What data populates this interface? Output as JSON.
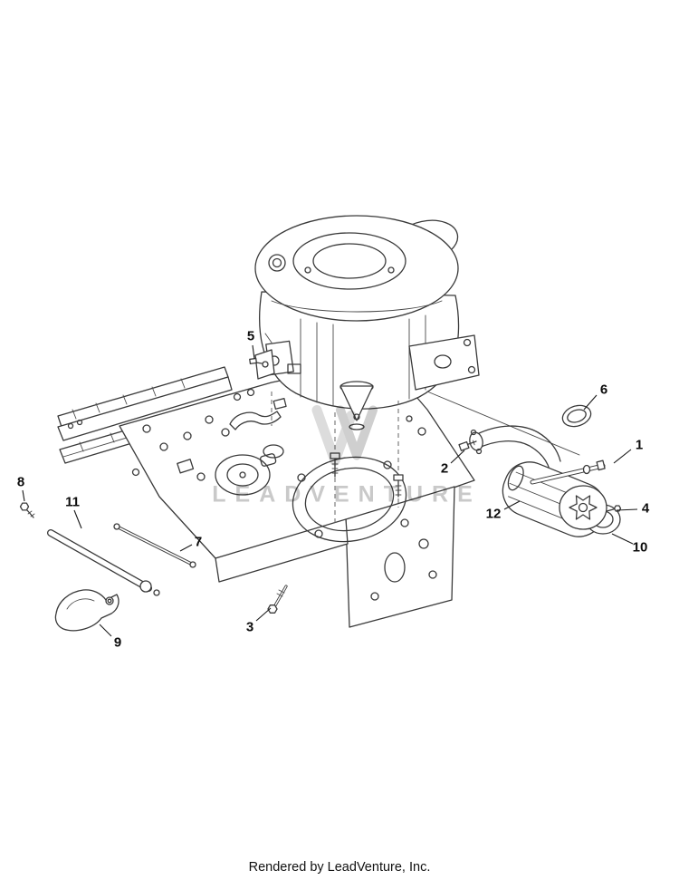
{
  "diagram": {
    "watermark_text": "LEADVENTURE",
    "footer_credit": "Rendered by LeadVenture, Inc.",
    "callouts": [
      {
        "label": "1"
      },
      {
        "label": "2"
      },
      {
        "label": "3"
      },
      {
        "label": "4"
      },
      {
        "label": "5"
      },
      {
        "label": "6"
      },
      {
        "label": "7"
      },
      {
        "label": "8"
      },
      {
        "label": "9"
      },
      {
        "label": "10"
      },
      {
        "label": "11"
      },
      {
        "label": "12"
      }
    ],
    "colors": {
      "line": "#3a3a3a",
      "watermark": "#c9c9c9",
      "background": "#ffffff",
      "text": "#111111"
    }
  }
}
